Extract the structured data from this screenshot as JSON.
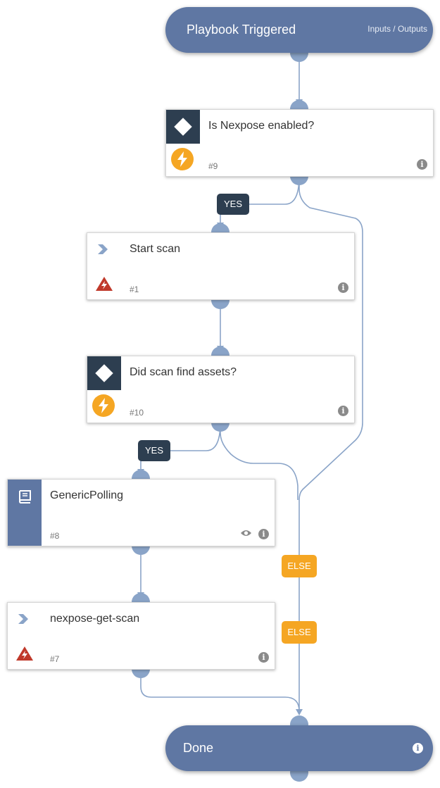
{
  "start": {
    "title": "Playbook Triggered",
    "io_label": "Inputs / Outputs"
  },
  "tasks": [
    {
      "id": "#9",
      "title": "Is Nexpose enabled?"
    },
    {
      "id": "#1",
      "title": "Start scan"
    },
    {
      "id": "#10",
      "title": "Did scan find assets?"
    },
    {
      "id": "#8",
      "title": "GenericPolling"
    },
    {
      "id": "#7",
      "title": "nexpose-get-scan"
    }
  ],
  "end": {
    "title": "Done"
  },
  "branches": {
    "yes_1": "YES",
    "yes_2": "YES",
    "else_1": "ELSE",
    "else_2": "ELSE"
  },
  "icons": {
    "decision": "diamond-icon",
    "manual": "lightning-icon",
    "command": "chevron-icon",
    "error": "warning-triangle-icon",
    "subplaybook": "book-icon",
    "info": "info-icon",
    "view": "eye-icon"
  },
  "colors": {
    "terminal": "#5f77a3",
    "connector": "#8aa4c8",
    "decision": "#2d3e50",
    "manual": "#f5a623",
    "error": "#c0392b",
    "else_label": "#f5a623",
    "yes_label": "#2d3e50"
  }
}
